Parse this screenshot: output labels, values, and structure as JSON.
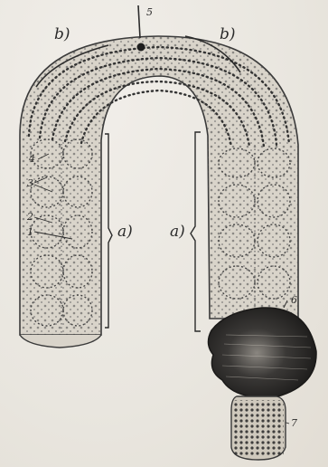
{
  "labels": {
    "region_a_left": "a)",
    "region_a_right": "a)",
    "region_b_left": "b)",
    "region_b_right": "b)"
  },
  "numbers": {
    "n1": "1",
    "n2": "2",
    "n3": "3",
    "n4": "4",
    "n5": "5",
    "n6": "6",
    "n7": "7"
  },
  "colors": {
    "ink": "#2b2b2b",
    "paper": "#ece9e3"
  }
}
